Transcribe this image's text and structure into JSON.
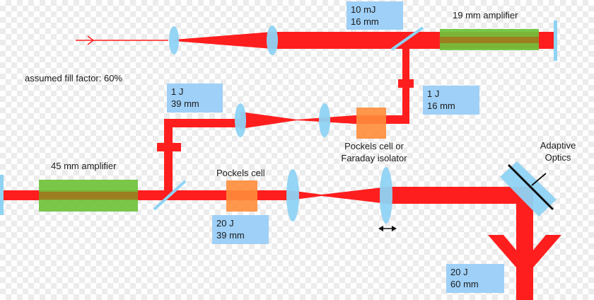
{
  "fill_factor_note": "assumed fill factor: 60%",
  "boxes": {
    "b10mj": {
      "energy": "10 mJ",
      "diameter": "16 mm"
    },
    "b1j_16": {
      "energy": "1 J",
      "diameter": "16 mm"
    },
    "b1j_39": {
      "energy": "1 J",
      "diameter": "39 mm"
    },
    "b20j_39": {
      "energy": "20 J",
      "diameter": "39 mm"
    },
    "b20j_60": {
      "energy": "20 J",
      "diameter": "60 mm"
    }
  },
  "labels": {
    "amp19": "19 mm amplifier",
    "amp45": "45 mm amplifier",
    "pockels_faraday_1": "Pockels cell or",
    "pockels_faraday_2": "Faraday isolator",
    "pockels": "Pockels cell",
    "adaptive_1": "Adaptive",
    "adaptive_2": "Optics"
  },
  "colors": {
    "beam": "#ff1e1e",
    "lens": "#8fd3f4",
    "amplifier": "#6fc23a",
    "amplifier_core": "#b25a10",
    "pockels": "#ff8c3a",
    "label_box": "#9fd0f7"
  }
}
